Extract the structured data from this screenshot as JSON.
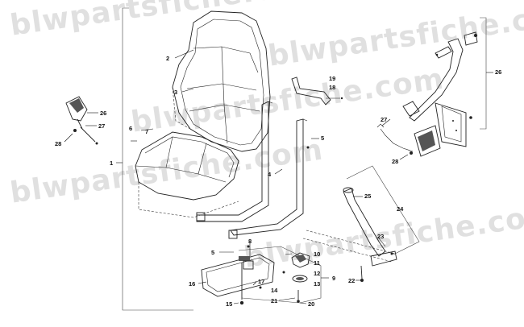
{
  "watermark": {
    "text": "blwpartsfiche.com",
    "color": "#000000"
  },
  "callouts": [
    {
      "id": "c1",
      "label": "1"
    },
    {
      "id": "c2",
      "label": "2"
    },
    {
      "id": "c3",
      "label": "3"
    },
    {
      "id": "c4",
      "label": "4"
    },
    {
      "id": "c5a",
      "label": "5"
    },
    {
      "id": "c5b",
      "label": "5"
    },
    {
      "id": "c6",
      "label": "6"
    },
    {
      "id": "c7",
      "label": "7"
    },
    {
      "id": "c8",
      "label": "8"
    },
    {
      "id": "c9",
      "label": "9"
    },
    {
      "id": "c10",
      "label": "10"
    },
    {
      "id": "c11",
      "label": "11"
    },
    {
      "id": "c12",
      "label": "12"
    },
    {
      "id": "c13",
      "label": "13"
    },
    {
      "id": "c14",
      "label": "14"
    },
    {
      "id": "c15",
      "label": "15"
    },
    {
      "id": "c16",
      "label": "16"
    },
    {
      "id": "c17",
      "label": "17"
    },
    {
      "id": "c18",
      "label": "18"
    },
    {
      "id": "c19",
      "label": "19"
    },
    {
      "id": "c20",
      "label": "20"
    },
    {
      "id": "c21",
      "label": "21"
    },
    {
      "id": "c22",
      "label": "22"
    },
    {
      "id": "c23",
      "label": "23"
    },
    {
      "id": "c24",
      "label": "24"
    },
    {
      "id": "c25",
      "label": "25"
    },
    {
      "id": "c26a",
      "label": "26"
    },
    {
      "id": "c26b",
      "label": "26"
    },
    {
      "id": "c27a",
      "label": "27"
    },
    {
      "id": "c27b",
      "label": "27"
    },
    {
      "id": "c28a",
      "label": "28"
    },
    {
      "id": "c28b",
      "label": "28"
    }
  ]
}
